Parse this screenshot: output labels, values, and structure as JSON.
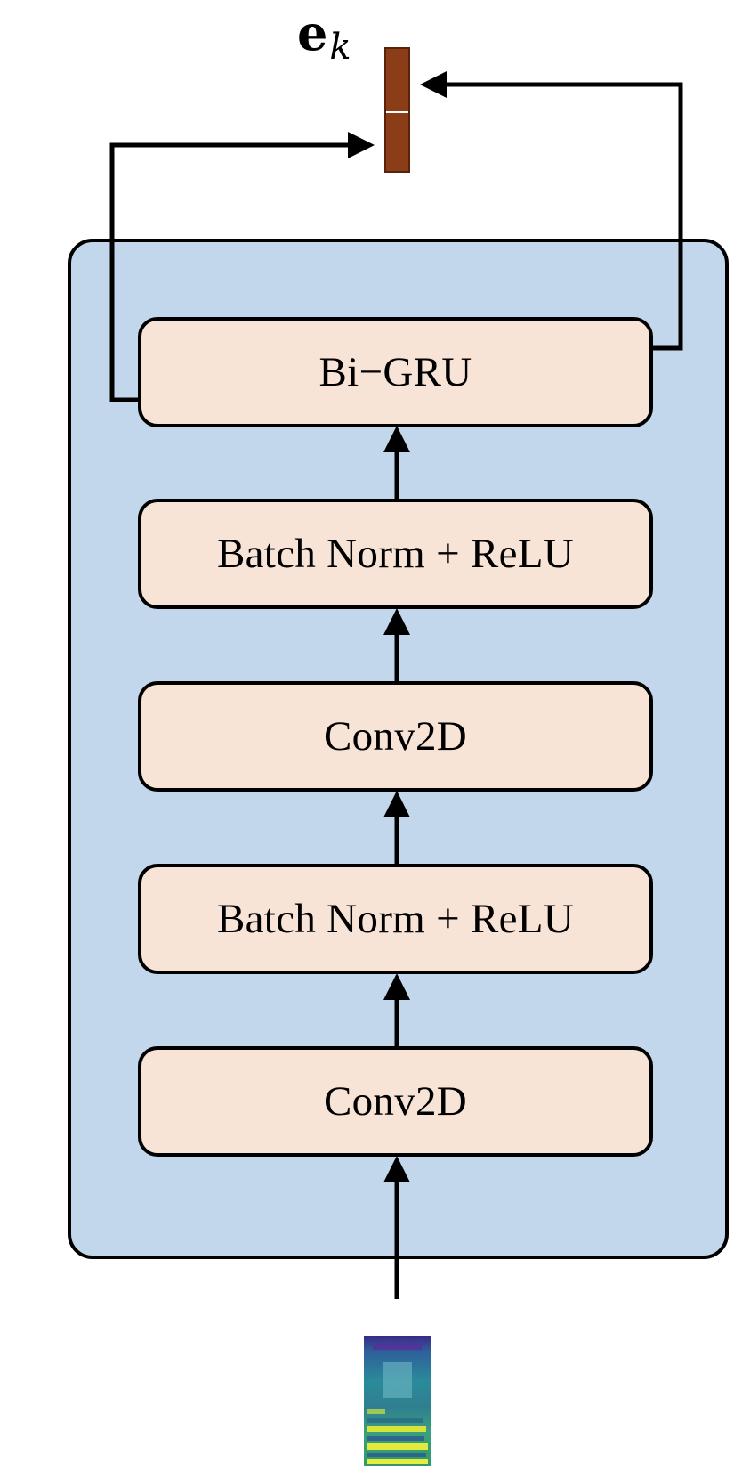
{
  "diagram": {
    "output_embedding": {
      "symbol": "e",
      "subscript": "k"
    },
    "encoder_blocks": [
      {
        "label": "Bi−GRU"
      },
      {
        "label": "Batch Norm + ReLU"
      },
      {
        "label": "Conv2D"
      },
      {
        "label": "Batch Norm + ReLU"
      },
      {
        "label": "Conv2D"
      }
    ],
    "input": {
      "icon": "spectrogram-icon"
    },
    "colors": {
      "panel": "#c2d7eb",
      "block": "#f8e3d7",
      "embedding": "#8b3d17",
      "stroke": "#000000"
    }
  }
}
